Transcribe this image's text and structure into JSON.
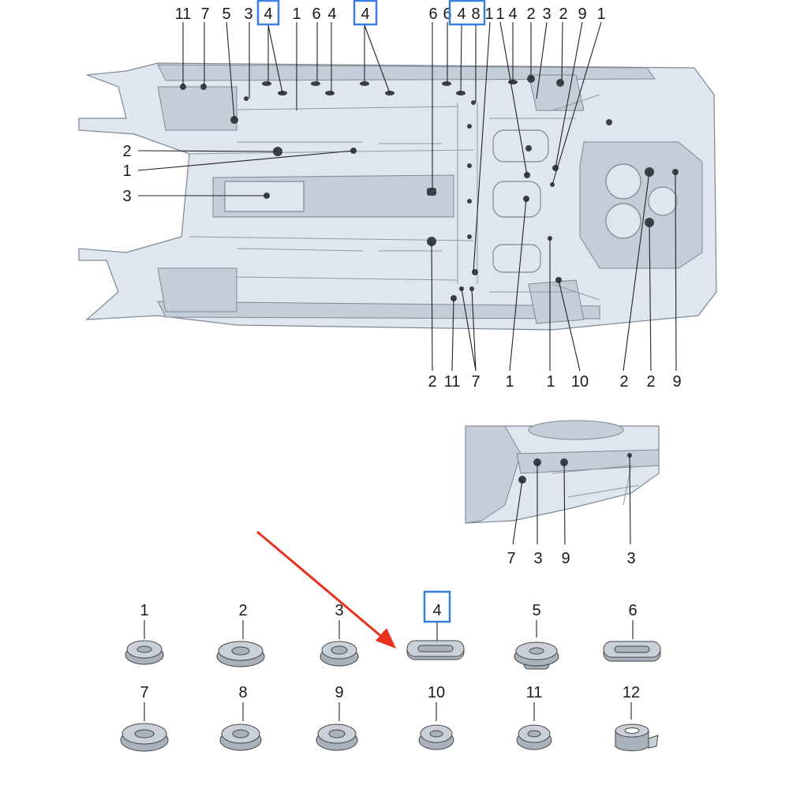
{
  "top_view": {
    "top_labels": [
      "11",
      "7",
      "5",
      "3",
      "4",
      "1",
      "6",
      "4",
      "4",
      "6",
      "6",
      "4",
      "8",
      "1",
      "1",
      "4",
      "2",
      "3",
      "2",
      "9",
      "1"
    ],
    "left_labels": [
      "2",
      "1",
      "3"
    ],
    "bottom_labels": [
      "2",
      "11",
      "7",
      "1",
      "1",
      "10",
      "2",
      "2",
      "9"
    ]
  },
  "detail_view": {
    "labels": [
      "7",
      "3",
      "9",
      "3"
    ]
  },
  "parts": [
    {
      "num": "1",
      "shape": "round-plug"
    },
    {
      "num": "2",
      "shape": "round-plug"
    },
    {
      "num": "3",
      "shape": "round-plug"
    },
    {
      "num": "4",
      "shape": "oval-plug"
    },
    {
      "num": "5",
      "shape": "round-plug-tall"
    },
    {
      "num": "6",
      "shape": "oval-plug"
    },
    {
      "num": "7",
      "shape": "round-plug-large"
    },
    {
      "num": "8",
      "shape": "round-plug"
    },
    {
      "num": "9",
      "shape": "round-plug"
    },
    {
      "num": "10",
      "shape": "round-plug-small"
    },
    {
      "num": "11",
      "shape": "round-plug-small"
    },
    {
      "num": "12",
      "shape": "tape-roll"
    }
  ],
  "highlight": {
    "num": "4",
    "color": "#3a7fe0"
  },
  "arrow_color": "#e8311f"
}
